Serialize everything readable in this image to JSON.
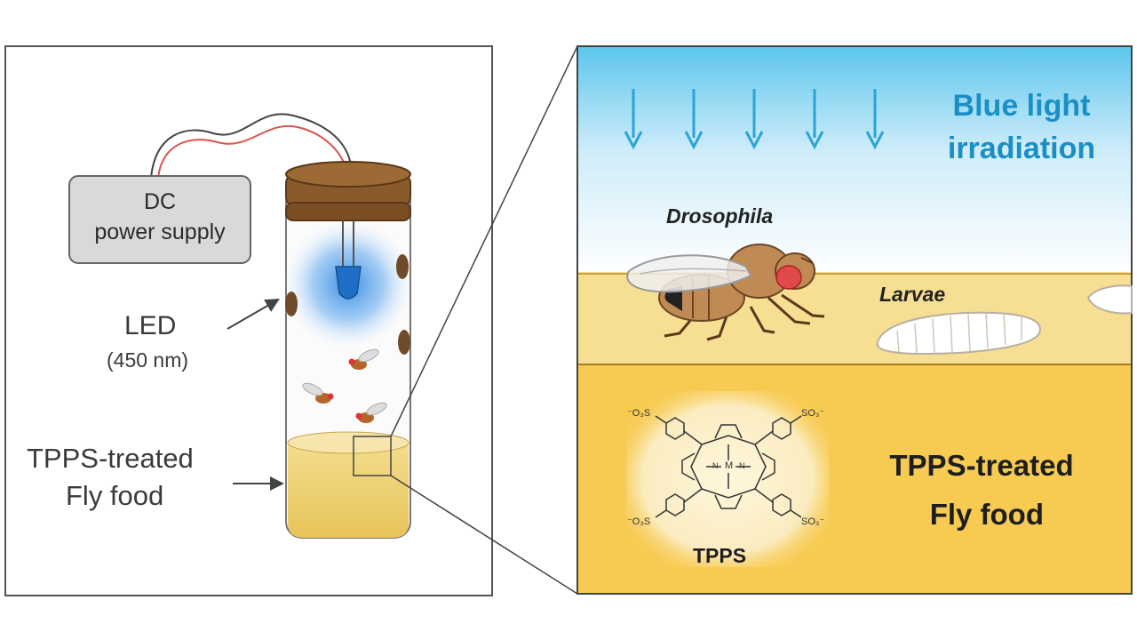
{
  "left_panel": {
    "power_supply": {
      "line1": "DC",
      "line2": "power supply"
    },
    "led_label": "LED",
    "led_wavelength": "(450 nm)",
    "food_label_line1": "TPPS-treated",
    "food_label_line2": "Fly food"
  },
  "right_panel": {
    "light_title_line1": "Blue light",
    "light_title_line2": "irradiation",
    "drosophila_label": "Drosophila",
    "larvae_label": "Larvae",
    "food_label_line1": "TPPS-treated",
    "food_label_line2": "Fly food",
    "molecule": {
      "caption": "TPPS",
      "group_top_left": "⁻O₃S",
      "group_top_right": "SO₃⁻",
      "group_bottom_left": "⁻O₃S",
      "group_bottom_right": "SO₃⁻",
      "metal": "M",
      "nitrogen": "N"
    },
    "arrow_count": 5
  },
  "colors": {
    "sky_top": "#5cc6ee",
    "sky_bottom": "#ffffff",
    "food_surface": "#f6de93",
    "food_deep": "#f7cb52",
    "led_glow": "#2f86e0",
    "arrow": "#2aa5d6",
    "cork": "#8b5a2b",
    "title_blue": "#1a8fc4"
  }
}
